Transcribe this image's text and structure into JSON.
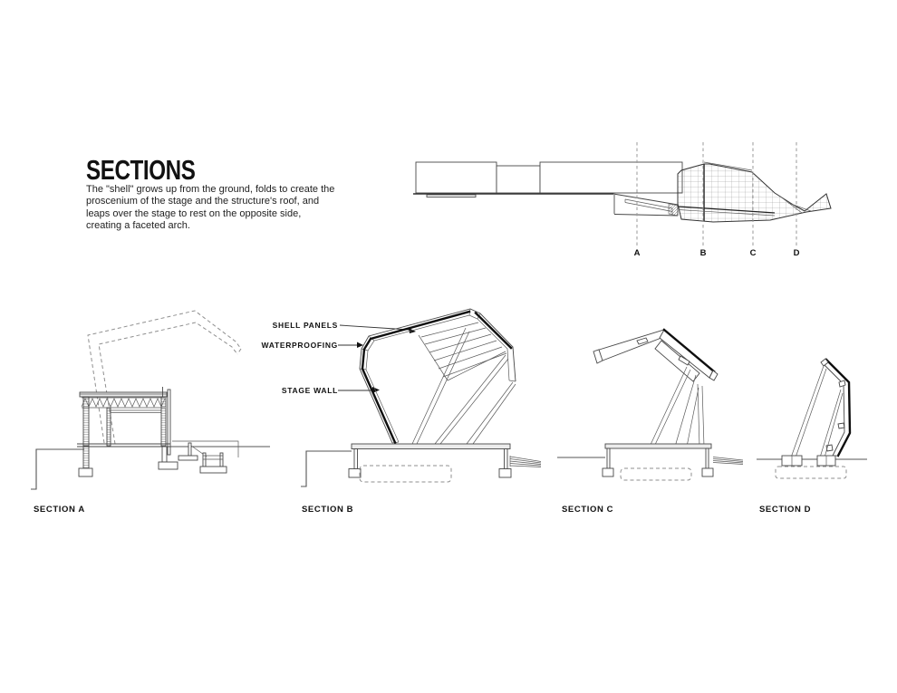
{
  "page": {
    "background": "#ffffff",
    "line_color": "#474747",
    "heavy_line_color": "#0f0f0f",
    "text_color": "#111111"
  },
  "header": {
    "title": "SECTIONS",
    "description": "The \"shell\" grows up from the ground, folds to create the proscenium of the stage and the structure's roof, and leaps over the stage to rest on the opposite side, creating a faceted arch."
  },
  "key_elevation": {
    "description": "side elevation of long building with faceted panelized shell and dashed section cut lines",
    "cut_labels": [
      "A",
      "B",
      "C",
      "D"
    ]
  },
  "annotations": {
    "shell_panels": "SHELL PANELS",
    "waterproofing": "WATERPROOFING",
    "stage_wall": "STAGE WALL"
  },
  "sections": [
    {
      "label": "SECTION A",
      "description": "building section with dashed shell outline arching overhead"
    },
    {
      "label": "SECTION B",
      "description": "faceted shell arch over stage platform with truss interior"
    },
    {
      "label": "SECTION C",
      "description": "folded canopy on struts over stage platform"
    },
    {
      "label": "SECTION D",
      "description": "leaning shell end panel braced to foundations"
    }
  ]
}
